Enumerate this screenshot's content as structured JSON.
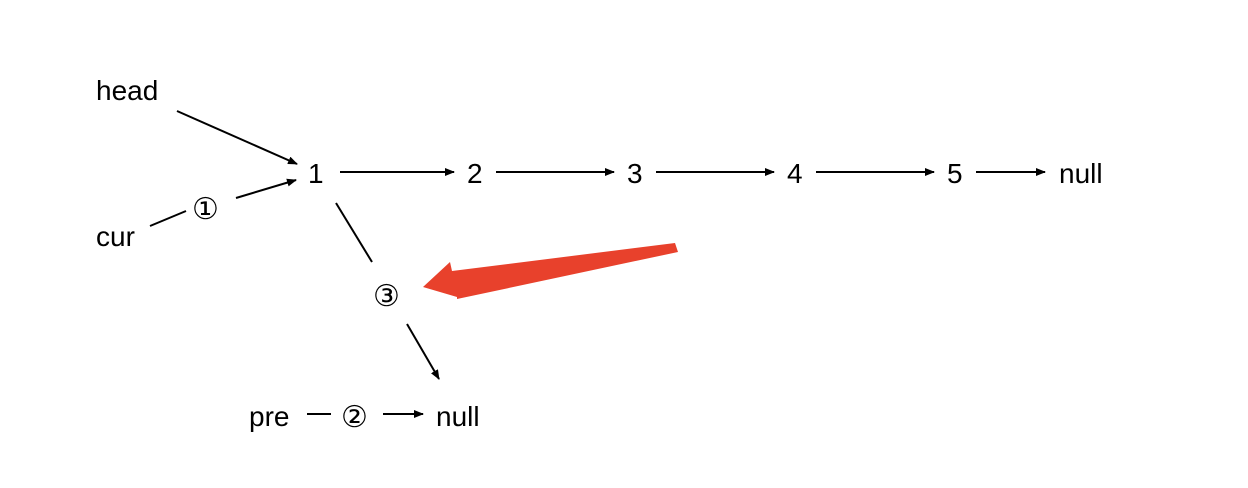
{
  "labels": {
    "head": "head",
    "cur": "cur",
    "pre": "pre"
  },
  "nodes": {
    "n1": "1",
    "n2": "2",
    "n3": "3",
    "n4": "4",
    "n5": "5",
    "null_main": "null",
    "null_pre": "null"
  },
  "steps": {
    "step1": "①",
    "step2": "②",
    "step3": "③"
  },
  "colors": {
    "line": "#000000",
    "highlight_arrow": "#e8412c",
    "background": "#ffffff"
  }
}
